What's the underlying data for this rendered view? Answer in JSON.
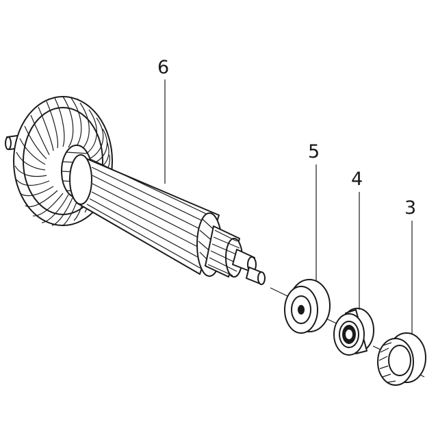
{
  "callouts": [
    {
      "id": "6",
      "part": "armature"
    },
    {
      "id": "5",
      "part": "insulation-washer"
    },
    {
      "id": "4",
      "part": "ball-bearing"
    },
    {
      "id": "3",
      "part": "rubber-ring"
    }
  ]
}
